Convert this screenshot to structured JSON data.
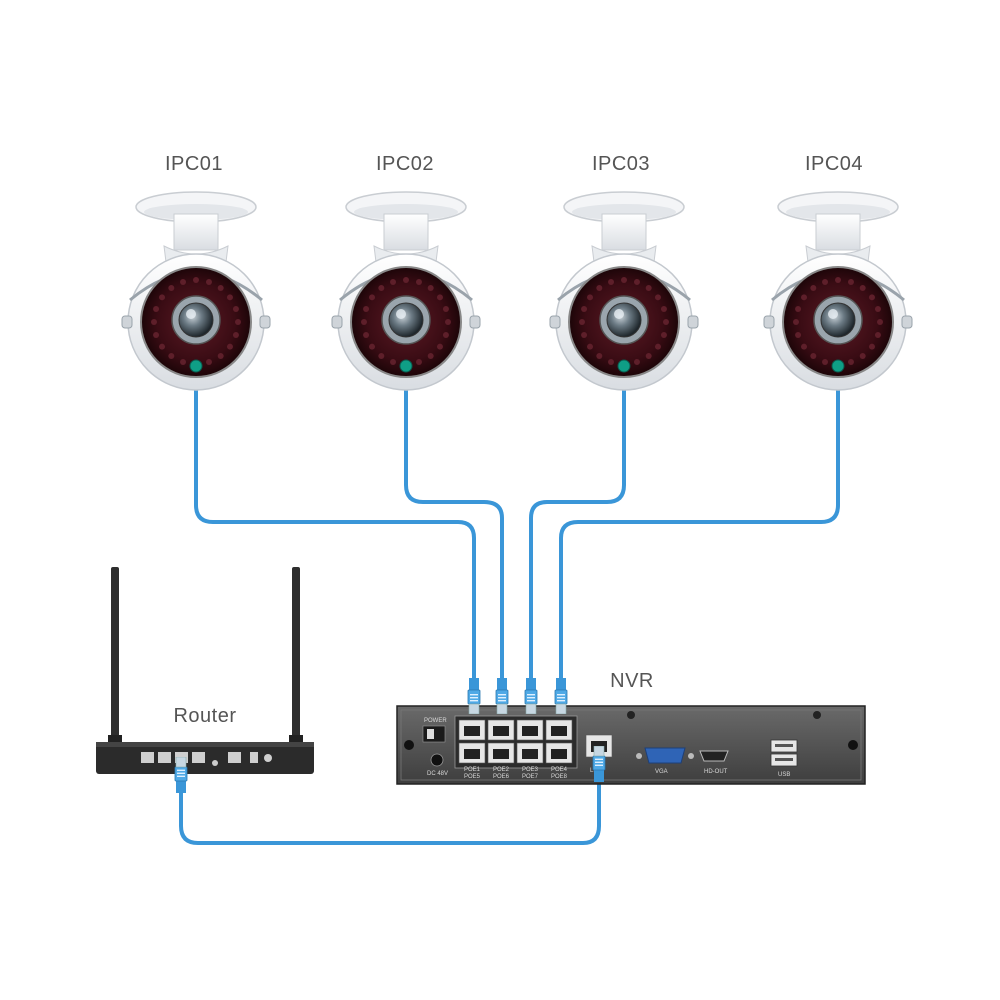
{
  "cameras": [
    {
      "label": "IPC01"
    },
    {
      "label": "IPC02"
    },
    {
      "label": "IPC03"
    },
    {
      "label": "IPC04"
    }
  ],
  "router": {
    "label": "Router"
  },
  "nvr": {
    "label": "NVR",
    "power_label": "POWER",
    "dc_label": "DC 48V",
    "poe_top": [
      "POE1",
      "POE2",
      "POE3",
      "POE4"
    ],
    "poe_bottom": [
      "POE5",
      "POE6",
      "POE7",
      "POE8"
    ],
    "lan_label": "LINK",
    "vga_label": "VGA",
    "hdmi_label": "HD-OUT",
    "usb_label": "USB"
  },
  "colors": {
    "cable": "#3a96d8",
    "camera_body": "#f2f3f5",
    "lens_ring": "#3a0c14",
    "device_dark": "#2a2a2a",
    "nvr_panel": "#5a5a5a"
  },
  "icons": [
    "ip-camera-icon",
    "router-icon",
    "nvr-icon",
    "ethernet-cable-icon"
  ]
}
